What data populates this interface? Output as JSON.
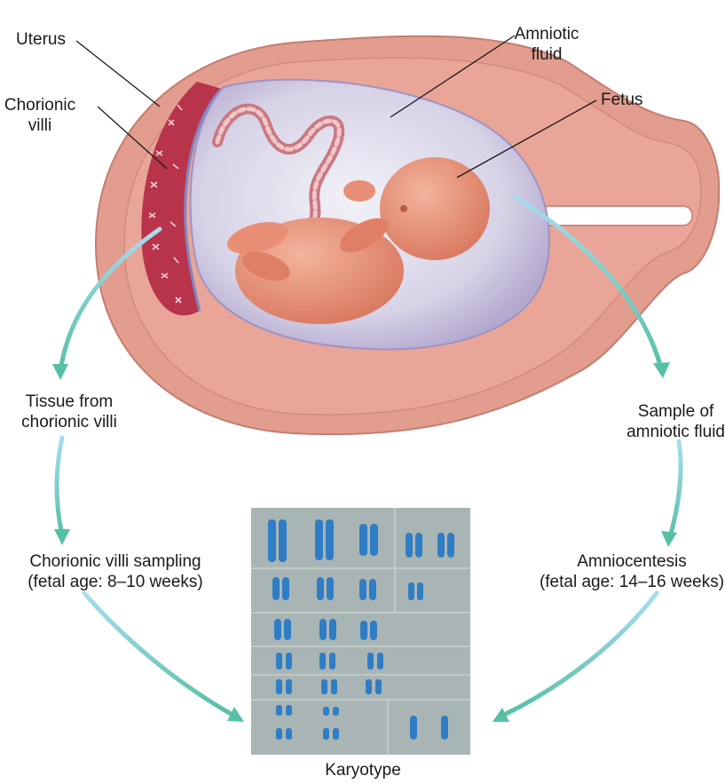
{
  "labels": {
    "uterus": "Uterus",
    "chorionic_villi_1": "Chorionic",
    "chorionic_villi_2": "villi",
    "amniotic_fluid_1": "Amniotic",
    "amniotic_fluid_2": "fluid",
    "fetus": "Fetus",
    "tissue_1": "Tissue from",
    "tissue_2": "chorionic villi",
    "sample_1": "Sample of",
    "sample_2": "amniotic fluid",
    "cvs_1": "Chorionic villi sampling",
    "cvs_2": "(fetal age: 8–10 weeks)",
    "amnio_1": "Amniocentesis",
    "amnio_2": "(fetal age: 14–16 weeks)",
    "karyotype": "Karyotype"
  },
  "colors": {
    "uterus_wall": "#e0988a",
    "uterus_dark": "#c97d70",
    "villi": "#b8344a",
    "amniotic_fluid": "#d6d2e6",
    "fetus": "#e9967c",
    "arrow_start": "#9dd5ea",
    "arrow_end": "#5cc2a8",
    "karyotype_bg": "#a7b3b3",
    "chromosome": "#2f7dc4"
  }
}
